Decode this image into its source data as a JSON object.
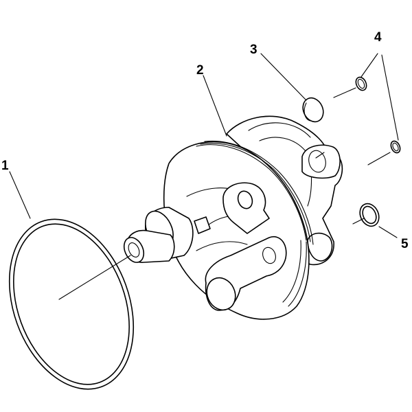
{
  "diagram": {
    "callouts": [
      {
        "id": "1",
        "label": "1"
      },
      {
        "id": "2",
        "label": "2"
      },
      {
        "id": "3",
        "label": "3"
      },
      {
        "id": "4",
        "label": "4"
      },
      {
        "id": "5",
        "label": "5"
      }
    ]
  },
  "colors": {
    "line": "#000000",
    "background": "#ffffff"
  }
}
